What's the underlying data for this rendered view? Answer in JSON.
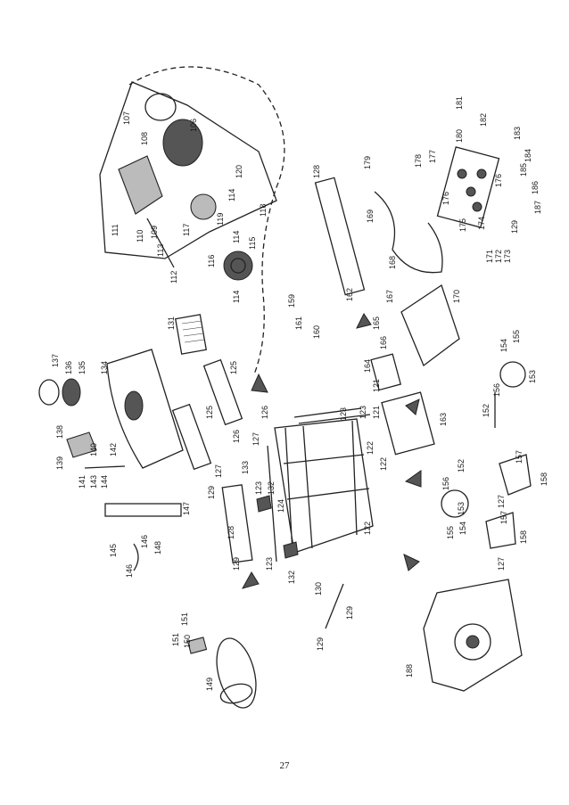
{
  "page_number": "27",
  "callouts": [
    "107",
    "108",
    "106",
    "111",
    "110",
    "109",
    "113",
    "112",
    "117",
    "116",
    "119",
    "114",
    "114",
    "120",
    "118",
    "115",
    "114",
    "131",
    "137",
    "136",
    "135",
    "134",
    "138",
    "139",
    "140",
    "142",
    "141",
    "143",
    "144",
    "147",
    "146",
    "145",
    "146",
    "148",
    "125",
    "125",
    "126",
    "127",
    "126",
    "133",
    "127",
    "129",
    "123",
    "132",
    "124",
    "128",
    "129",
    "123",
    "132",
    "151",
    "151",
    "150",
    "149",
    "130",
    "129",
    "129",
    "188",
    "128",
    "159",
    "161",
    "160",
    "162",
    "169",
    "168",
    "179",
    "178",
    "177",
    "176",
    "175",
    "174",
    "171",
    "172",
    "173",
    "129",
    "181",
    "182",
    "180",
    "183",
    "184",
    "185",
    "186",
    "187",
    "176",
    "167",
    "165",
    "166",
    "164",
    "121",
    "123",
    "121",
    "123",
    "163",
    "122",
    "122",
    "122",
    "170",
    "154",
    "155",
    "156",
    "153",
    "152",
    "152",
    "156",
    "153",
    "155",
    "154",
    "157",
    "127",
    "158",
    "157",
    "127",
    "158"
  ],
  "colors": {
    "ink": "#222222",
    "paper": "#ffffff"
  }
}
